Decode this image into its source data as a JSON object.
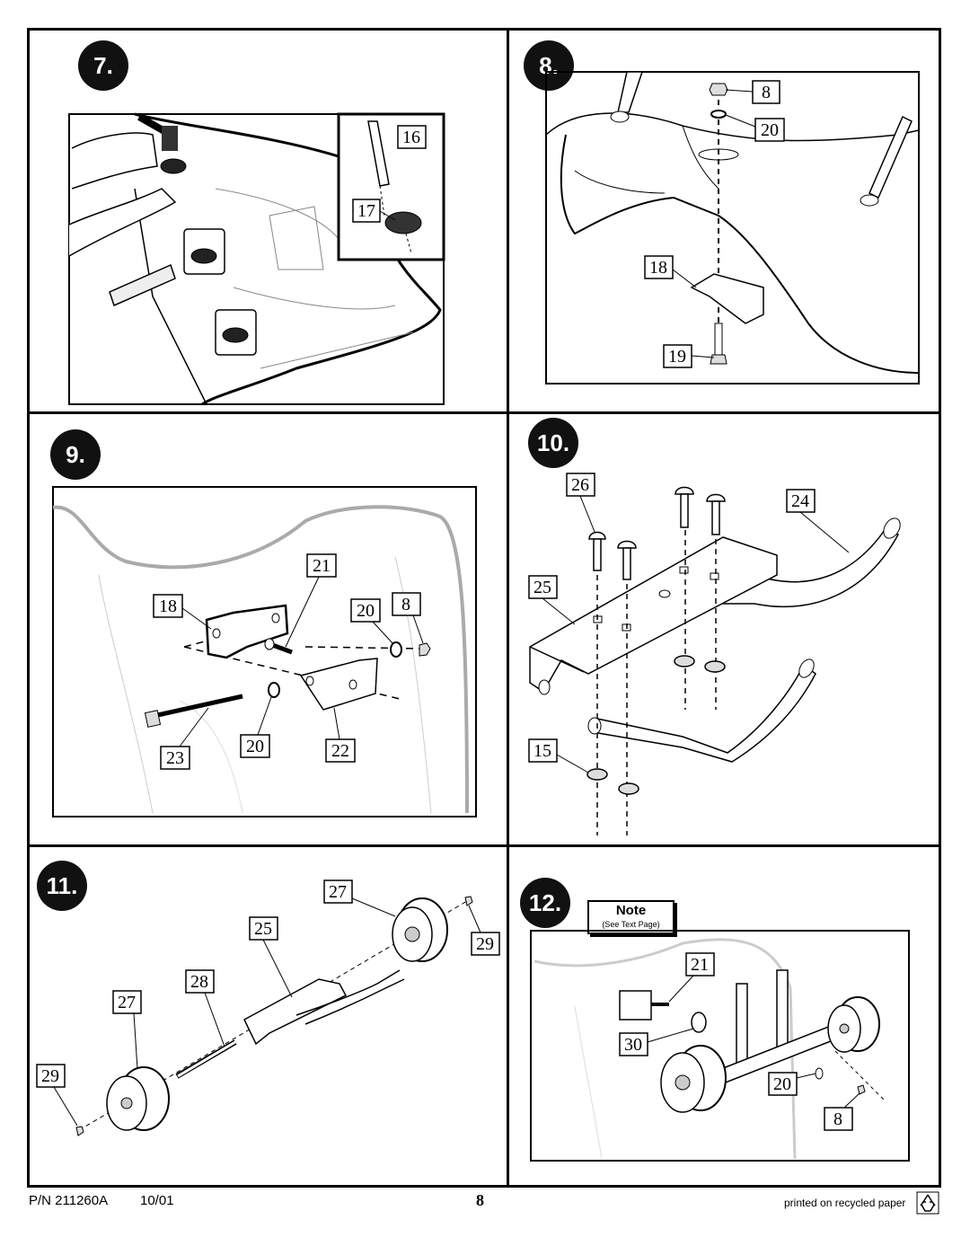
{
  "steps": [
    {
      "number": "7.",
      "callouts": [
        "16",
        "17"
      ]
    },
    {
      "number": "8.",
      "callouts": [
        "8",
        "20",
        "18",
        "19"
      ]
    },
    {
      "number": "9.",
      "callouts": [
        "21",
        "18",
        "20",
        "8",
        "23",
        "20",
        "22"
      ]
    },
    {
      "number": "10.",
      "callouts": [
        "26",
        "24",
        "25",
        "15"
      ]
    },
    {
      "number": "11.",
      "callouts": [
        "27",
        "25",
        "29",
        "28",
        "27",
        "29"
      ]
    },
    {
      "number": "12.",
      "callouts": [
        "21",
        "30",
        "20",
        "8"
      ]
    }
  ],
  "note": {
    "title": "Note",
    "subtitle": "(See Text Page)"
  },
  "footer": {
    "part_number": "P/N 211260A",
    "date": "10/01",
    "page_number": "8",
    "recycled_text": "printed on recycled paper",
    "recycled_icon": "recycle-icon"
  }
}
